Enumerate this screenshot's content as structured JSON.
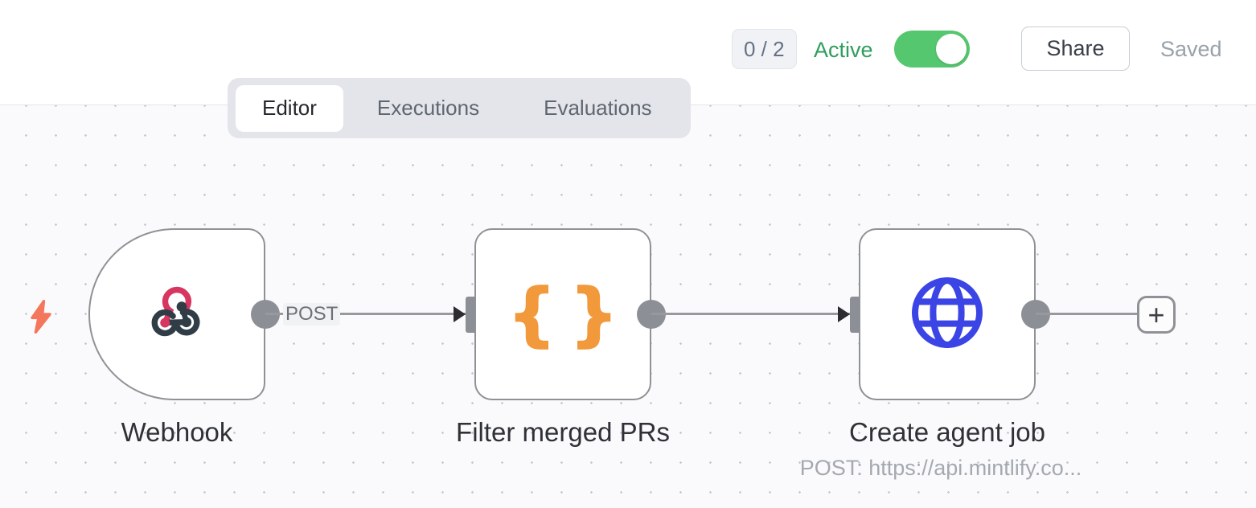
{
  "header": {
    "counter": "0 / 2",
    "active_label": "Active",
    "toggle_state": "on",
    "share_label": "Share",
    "saved_label": "Saved"
  },
  "tabs": {
    "editor": "Editor",
    "executions": "Executions",
    "evaluations": "Evaluations",
    "active_tab": "Editor"
  },
  "canvas": {
    "nodes": [
      {
        "label": "Webhook",
        "icon": "webhook-icon",
        "shape": "trigger"
      },
      {
        "label": "Filter merged PRs",
        "icon": "code-braces-icon",
        "shape": "square"
      },
      {
        "label": "Create agent job",
        "icon": "globe-icon",
        "shape": "square",
        "subtitle": "POST: https://api.mintlify.co..."
      }
    ],
    "connection_label": "POST",
    "add_button_label": "+",
    "brace_open": "{",
    "brace_close": "}"
  },
  "colors": {
    "toggle_green": "#55c76e",
    "active_green": "#2e9e5e",
    "webhook_pink": "#d6365f",
    "webhook_dark": "#303c46",
    "braces_orange": "#f2993b",
    "globe_blue": "#3b45e6",
    "bolt_coral": "#f4765c",
    "node_border_gray": "#8f9196",
    "connector_gray": "#8d8f96",
    "canvas_bg": "#fafafc"
  }
}
